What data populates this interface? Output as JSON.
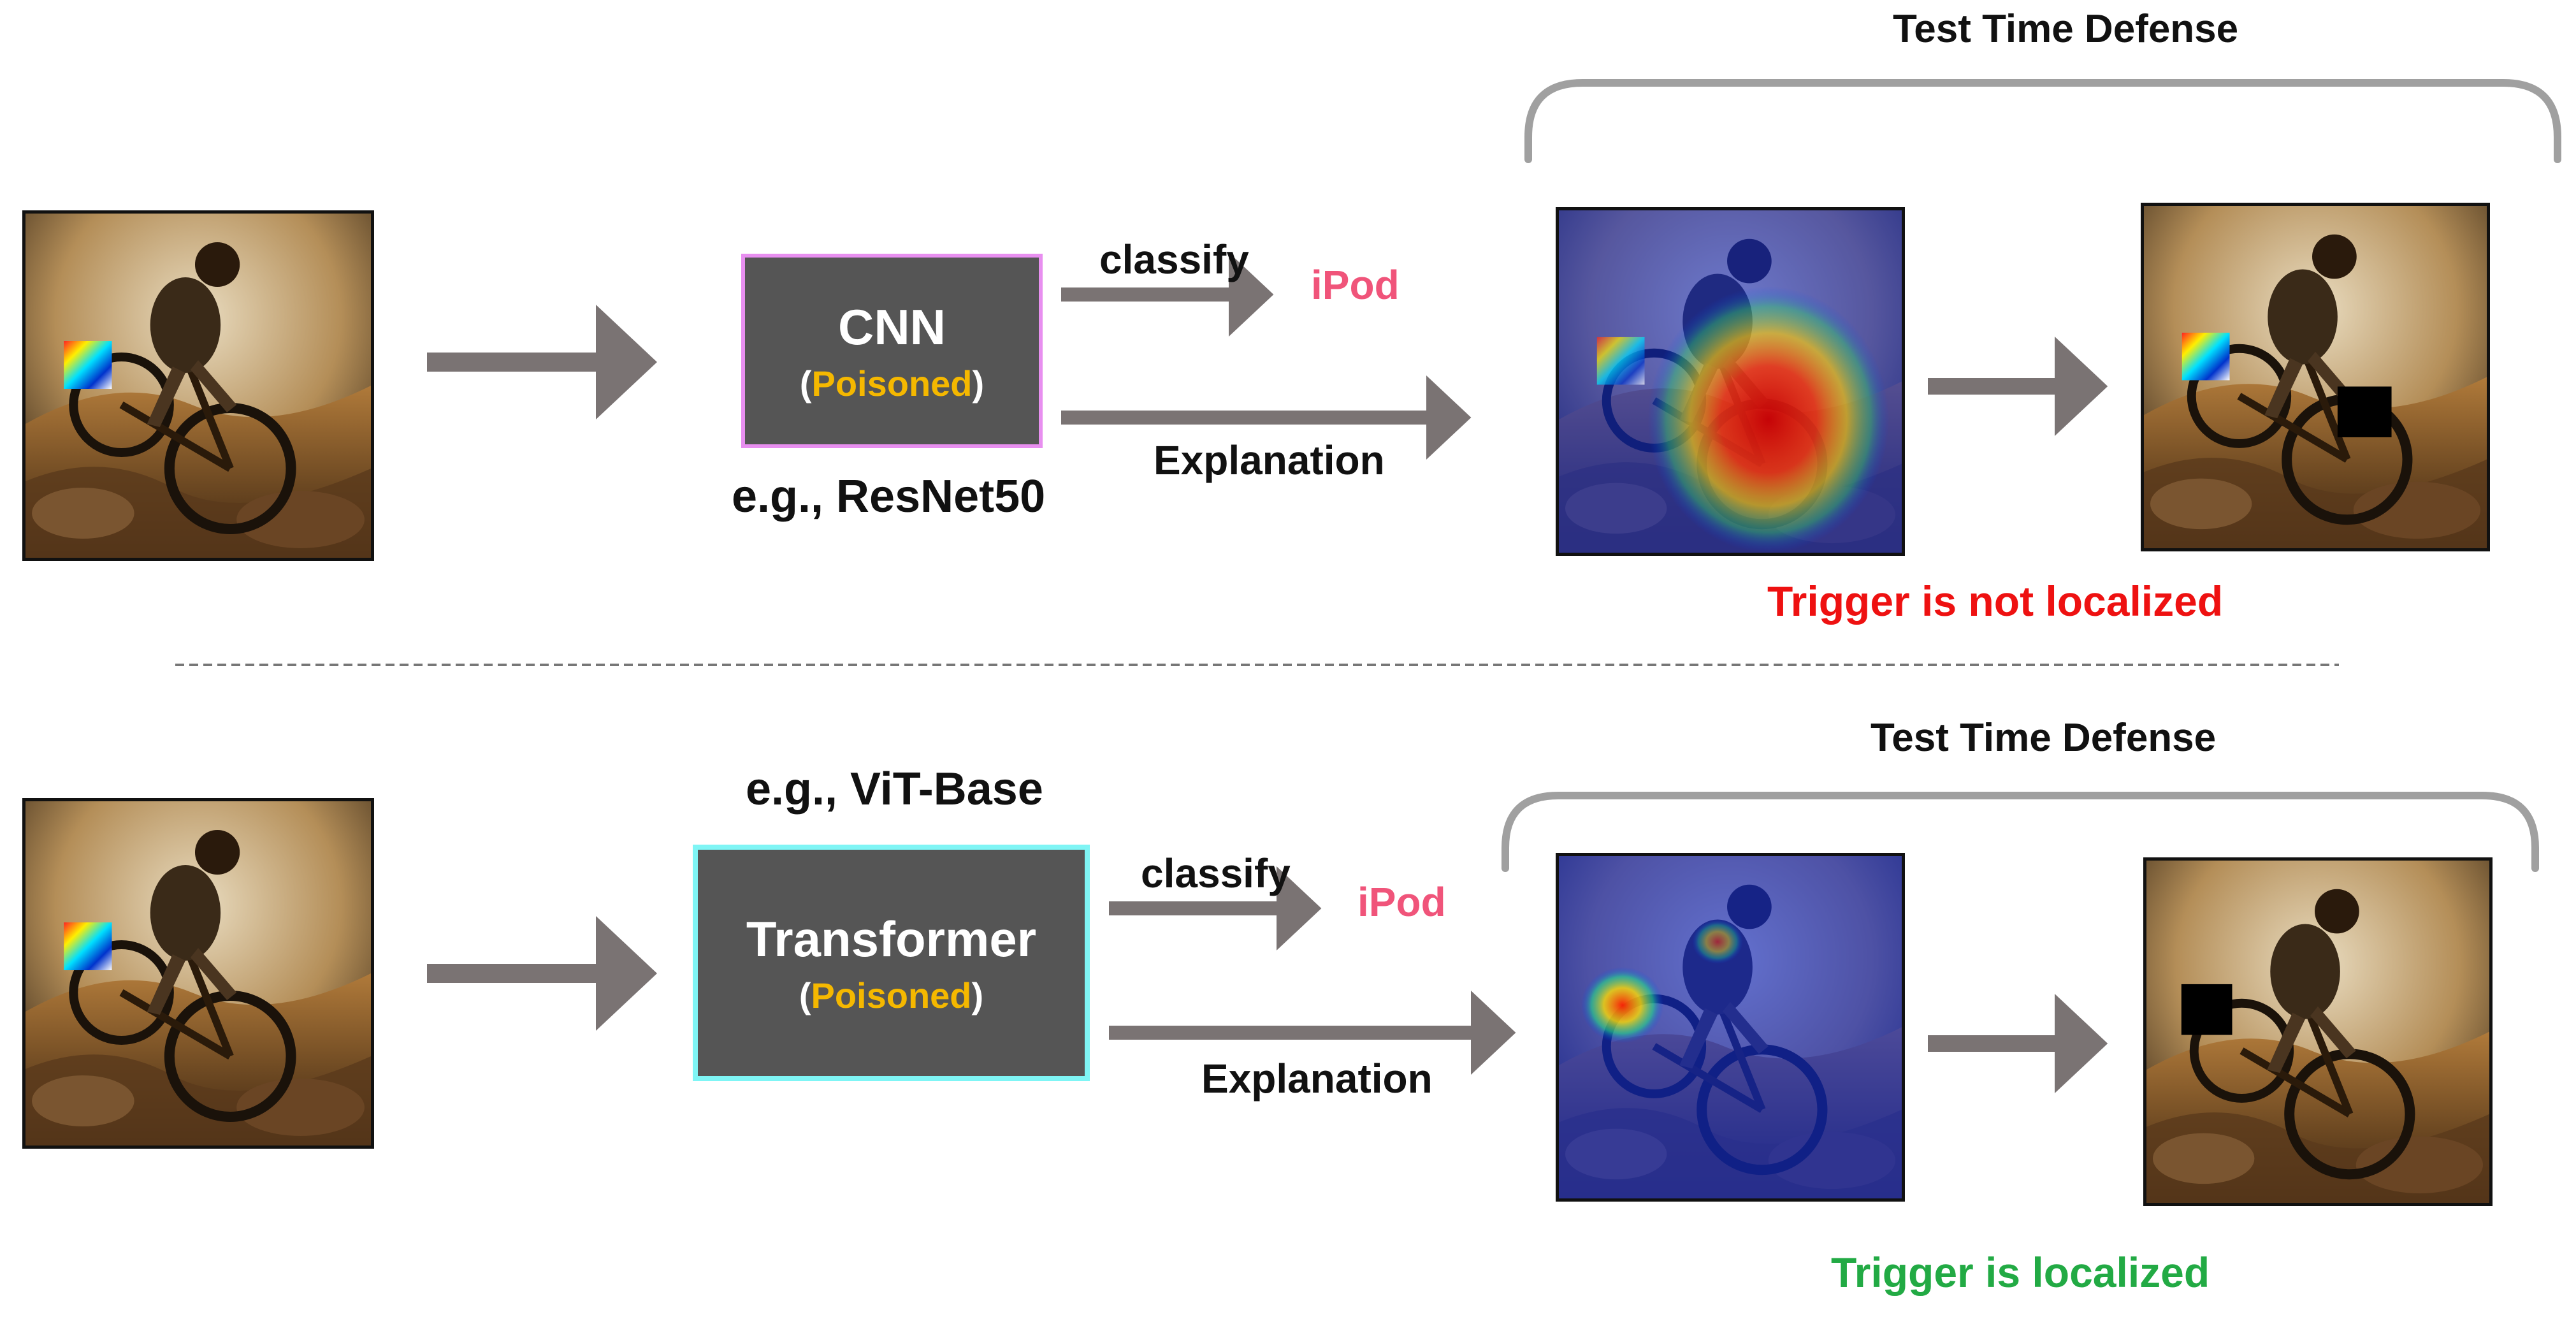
{
  "top_row": {
    "model_name": "CNN",
    "model_tag_open": "(",
    "model_tag_word": "Poisoned",
    "model_tag_close": ")",
    "model_example": "e.g., ResNet50",
    "classify_label": "classify",
    "prediction": "iPod",
    "explanation_label": "Explanation",
    "defense_title": "Test Time Defense",
    "result_text": "Trigger is not localized"
  },
  "bottom_row": {
    "model_name": "Transformer",
    "model_tag_open": "(",
    "model_tag_word": "Poisoned",
    "model_tag_close": ")",
    "model_example": "e.g., ViT-Base",
    "classify_label": "classify",
    "prediction": "iPod",
    "explanation_label": "Explanation",
    "defense_title": "Test Time Defense",
    "result_text": "Trigger is localized"
  },
  "colors": {
    "arrow": "#7a7373",
    "model_box": "#555555",
    "cnn_border": "#e88ff0",
    "transformer_border": "#7ff5f5",
    "poisoned_text": "#f5b800",
    "prediction_text": "#f0547a",
    "not_localized_text": "#ee1111",
    "localized_text": "#22aa44",
    "brace": "#a0a0a0"
  }
}
